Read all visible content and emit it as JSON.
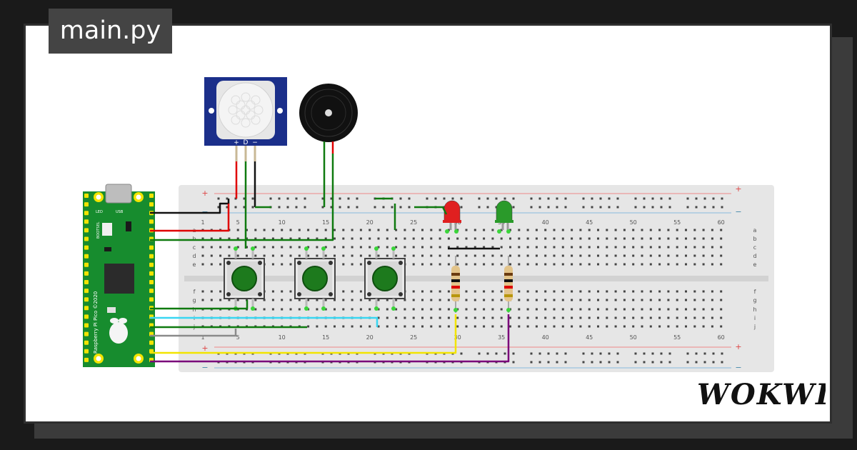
{
  "file_tab": {
    "name": "main.py"
  },
  "brand": {
    "name": "WOKWI"
  },
  "breadboard": {
    "column_numbers": [
      "1",
      "5",
      "10",
      "15",
      "20",
      "25",
      "30",
      "35",
      "40",
      "45",
      "50",
      "55",
      "60"
    ],
    "row_letters_top": [
      "a",
      "b",
      "c",
      "d",
      "e"
    ],
    "row_letters_bottom": [
      "f",
      "g",
      "h",
      "i",
      "j"
    ],
    "rail_plus": "+",
    "rail_minus": "−"
  },
  "pir_sensor": {
    "pin_labels": [
      "+",
      "D",
      "−"
    ]
  },
  "pico": {
    "board_label": "Raspberry Pi Pico ©2020",
    "usb_label": "USB",
    "led_label": "LED",
    "bootsel_label": "BOOTSEL"
  },
  "colors": {
    "wire_black": "#111111",
    "wire_red": "#e00000",
    "wire_green": "#0f7a0f",
    "wire_cyan": "#39d6f2",
    "wire_gray": "#8a8a8a",
    "wire_yellow": "#f2e400",
    "wire_purple": "#7a007a",
    "pico_green": "#178c2e",
    "pir_blue": "#1b2f8a",
    "button_green": "#1d7a1d",
    "led_red": "#e02020",
    "led_green": "#2a9a2a"
  }
}
